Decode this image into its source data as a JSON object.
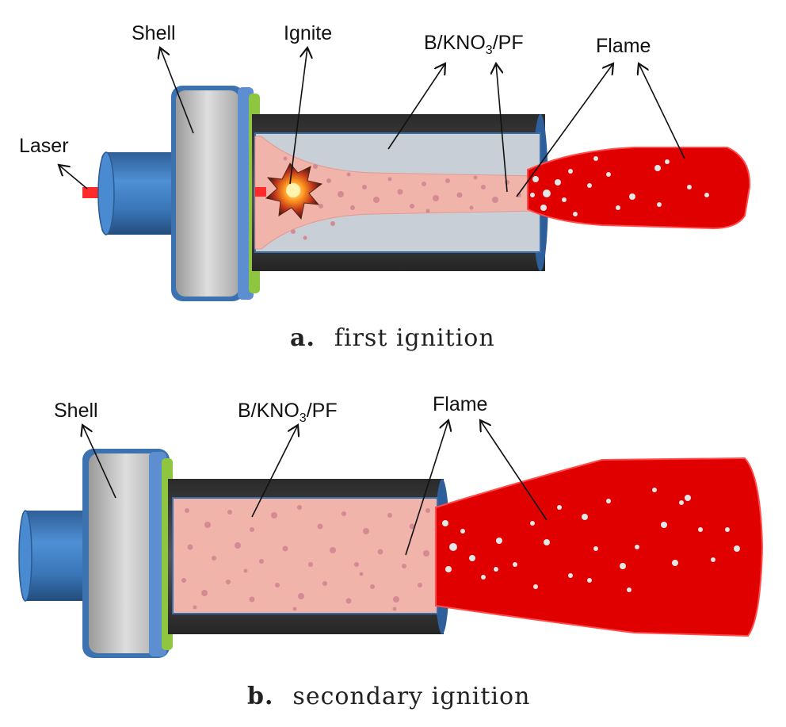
{
  "panel_a": {
    "labels": {
      "shell": "Shell",
      "ignite": "Ignite",
      "fuel_main": "B/KNO",
      "fuel_sub": "3",
      "fuel_tail": "/PF",
      "flame": "Flame",
      "laser": "Laser"
    },
    "caption_letter": "a.",
    "caption_text": "first ignition"
  },
  "panel_b": {
    "labels": {
      "shell": "Shell",
      "fuel_main": "B/KNO",
      "fuel_sub": "3",
      "fuel_tail": "/PF",
      "flame": "Flame"
    },
    "caption_letter": "b.",
    "caption_text": "secondary ignition"
  },
  "colors": {
    "flame": "#e00000",
    "flame_edge": "#ff3b3b",
    "fuel": "#f0b4aa",
    "fuel_dots": "#d48a92",
    "shell": "#c9c9c9",
    "nozzle": "#3f7fc4",
    "casing": "#3d3d3d",
    "liner": "#c8cfd6",
    "seal": "#8ec63f",
    "laser": "#ff2a2a"
  }
}
